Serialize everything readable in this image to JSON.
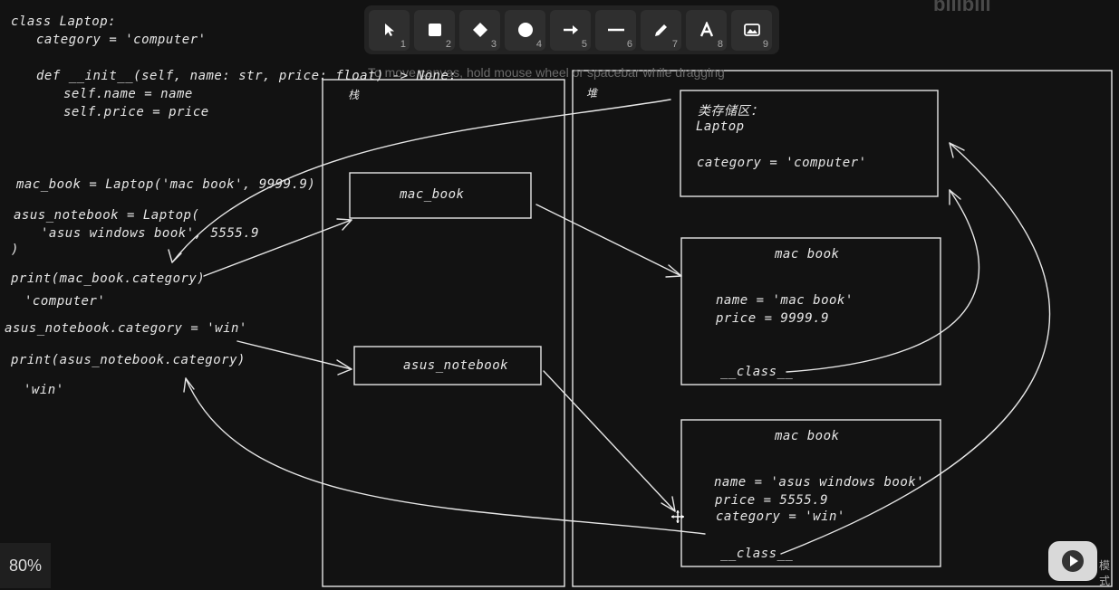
{
  "watermark": "bilibili",
  "toolbar": {
    "tools": [
      {
        "name": "select",
        "num": "1"
      },
      {
        "name": "rectangle",
        "num": "2"
      },
      {
        "name": "diamond",
        "num": "3"
      },
      {
        "name": "ellipse",
        "num": "4"
      },
      {
        "name": "arrow",
        "num": "5"
      },
      {
        "name": "line",
        "num": "6"
      },
      {
        "name": "draw",
        "num": "7"
      },
      {
        "name": "text",
        "num": "8"
      },
      {
        "name": "image",
        "num": "9"
      }
    ]
  },
  "hint": "To move canvas, hold mouse wheel or spacebar while dragging",
  "code": {
    "l1": "class Laptop:",
    "l2": "category = 'computer'",
    "l3": "def __init__(self, name: str, price: float) -> None:",
    "l4": "self.name = name",
    "l5": "self.price = price",
    "l6": "mac_book = Laptop('mac book', 9999.9)",
    "l7": "asus_notebook = Laptop(",
    "l8": "'asus windows book', 5555.9",
    "l9": ")",
    "l10": "print(mac_book.category)",
    "l11": "'computer'",
    "l12": "asus_notebook.category = 'win'",
    "l13": "print(asus_notebook.category)",
    "l14": "'win'"
  },
  "diagram": {
    "stack_title": "栈",
    "heap_title": "堆",
    "var1": "mac_book",
    "var2": "asus_notebook",
    "class_box": {
      "title": "类存储区：",
      "name": "Laptop",
      "attr": "category = 'computer'"
    },
    "obj1": {
      "title": "mac book",
      "l1": "name = 'mac book'",
      "l2": "price = 9999.9",
      "cls": "__class__"
    },
    "obj2": {
      "title": "mac book",
      "l1": "name = 'asus windows book'",
      "l2": "price = 5555.9",
      "l3": "category = 'win'",
      "cls": "__class__"
    }
  },
  "zoom": "80%",
  "side_label": "模式"
}
